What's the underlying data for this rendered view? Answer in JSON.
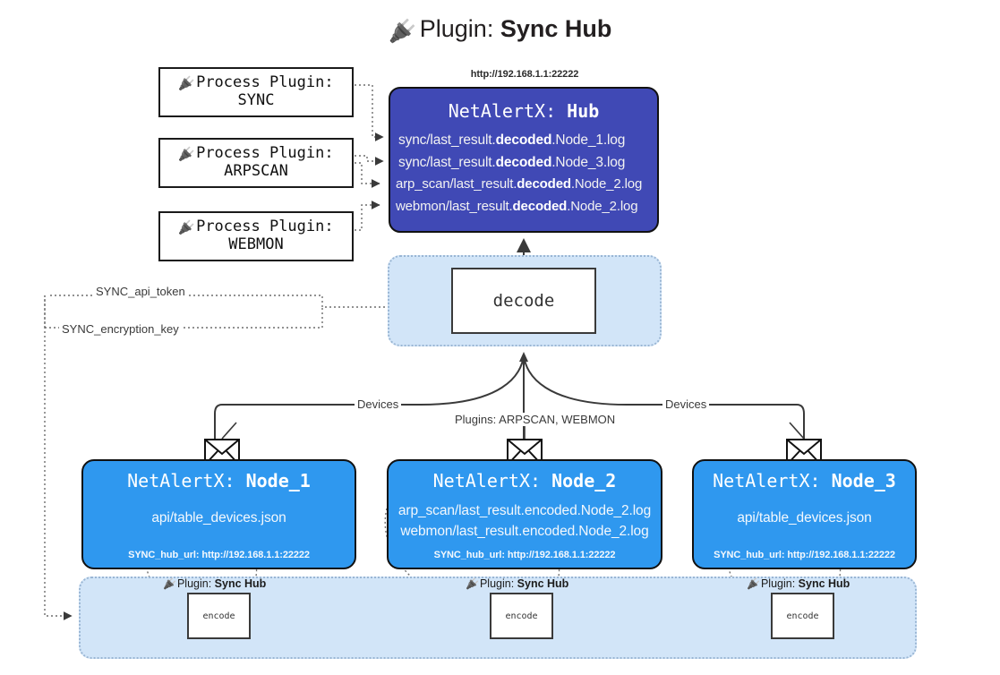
{
  "title": {
    "icon": "plug-icon",
    "prefix": "Plugin: ",
    "name": "Sync Hub"
  },
  "process_plugins": [
    {
      "icon": "plug-icon",
      "line1": "Process Plugin:",
      "line2": "SYNC"
    },
    {
      "icon": "plug-icon",
      "line1": "Process Plugin:",
      "line2": "ARPSCAN"
    },
    {
      "icon": "plug-icon",
      "line1": "Process Plugin:",
      "line2": "WEBMON"
    }
  ],
  "hub": {
    "url": "http://192.168.1.1:22222",
    "title_prefix": "NetAlertX: ",
    "title_name": "Hub",
    "rows": [
      {
        "pre": "sync/last_result.",
        "bold": "decoded",
        "post": ".Node_1.log"
      },
      {
        "pre": "sync/last_result.",
        "bold": "decoded",
        "post": ".Node_3.log"
      },
      {
        "pre": "arp_scan/last_result.",
        "bold": "decoded",
        "post": ".Node_2.log"
      },
      {
        "pre": "webmon/last_result.",
        "bold": "decoded",
        "post": ".Node_2.log"
      }
    ],
    "color": "#4049b5"
  },
  "decode": {
    "label": "decode"
  },
  "config_labels": {
    "api_token": "SYNC_api_token",
    "encryption_key": "SYNC_encryption_key"
  },
  "edge_labels": {
    "devices_left": "Devices",
    "devices_right": "Devices",
    "plugins_middle": "Plugins: ARPSCAN, WEBMON"
  },
  "nodes": [
    {
      "id": "node1",
      "title_prefix": "NetAlertX: ",
      "title_name": "Node_1",
      "lines": [
        "api/table_devices.json"
      ],
      "hub_url_label": "SYNC_hub_url: http://192.168.1.1:22222",
      "envelope_icon": "envelope-icon",
      "color": "#2f98ef"
    },
    {
      "id": "node2",
      "title_prefix": "NetAlertX: ",
      "title_name": "Node_2",
      "lines": [
        "arp_scan/last_result.encoded.Node_2.log",
        "webmon/last_result.encoded.Node_2.log"
      ],
      "hub_url_label": "SYNC_hub_url: http://192.168.1.1:22222",
      "envelope_icon": "envelope-icon",
      "color": "#2f98ef"
    },
    {
      "id": "node3",
      "title_prefix": "NetAlertX: ",
      "title_name": "Node_3",
      "lines": [
        "api/table_devices.json"
      ],
      "hub_url_label": "SYNC_hub_url: http://192.168.1.1:22222",
      "envelope_icon": "envelope-icon",
      "color": "#2f98ef"
    }
  ],
  "encoders": [
    {
      "tag_prefix": "Plugin: ",
      "tag_name": "Sync Hub",
      "label": "encode",
      "icon": "plug-icon"
    },
    {
      "tag_prefix": "Plugin: ",
      "tag_name": "Sync Hub",
      "label": "encode",
      "icon": "plug-icon"
    },
    {
      "tag_prefix": "Plugin: ",
      "tag_name": "Sync Hub",
      "label": "encode",
      "icon": "plug-icon"
    }
  ],
  "colors": {
    "hub": "#4049b5",
    "node": "#2f98ef",
    "band": "#d2e5f8",
    "stroke": "#3a3a3a"
  }
}
